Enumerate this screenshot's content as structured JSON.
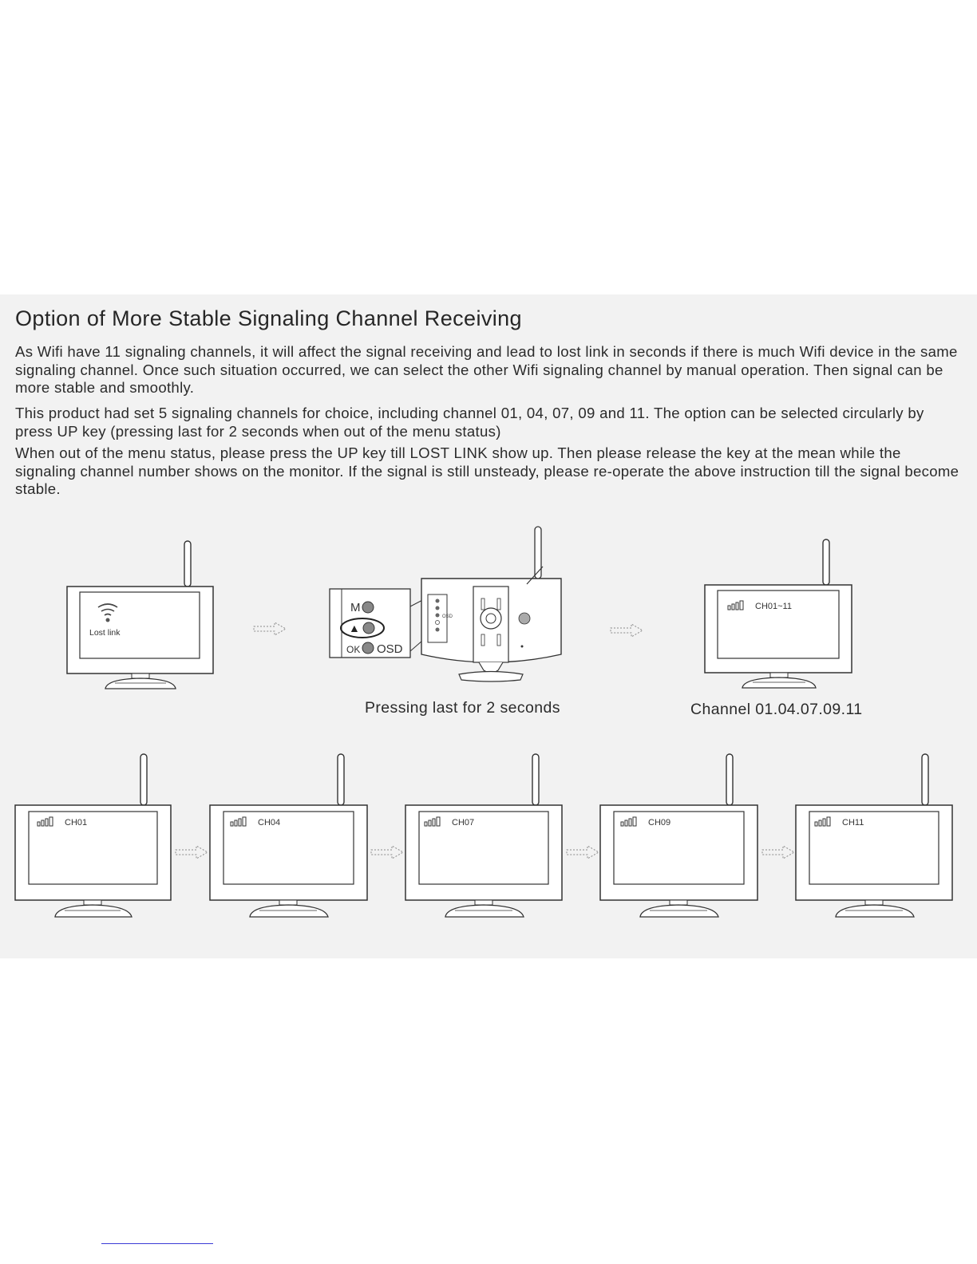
{
  "title": "Option of More Stable Signaling Channel Receiving",
  "paragraphs": [
    "As Wifi have 11 signaling channels, it will affect the signal receiving and lead to lost link in seconds if there is much Wifi device in the same signaling channel. Once such situation occurred, we can select the other Wifi signaling channel by manual operation. Then signal can be more stable and smoothly.",
    "This product had set 5 signaling channels for choice, including channel 01, 04, 07, 09 and 11. The option can be selected circularly by press UP key (pressing last for 2 seconds when out of the menu status)",
    "When out of the menu status, please press the UP key till LOST LINK show up. Then please release the key at the mean while the signaling channel number shows on the monitor. If the signal is still unsteady, please re-operate the above instruction till the signal become stable."
  ],
  "diagram": {
    "lost_link_label": "Lost link",
    "panel_labels": {
      "m": "M",
      "up": "▲",
      "ok": "OK",
      "osd": "OSD",
      "small_osd": "OSD"
    },
    "range_label": "CH01~11",
    "channels": [
      "CH01",
      "CH04",
      "CH07",
      "CH09",
      "CH11"
    ]
  },
  "captions": {
    "pressing": "Pressing last for 2 seconds",
    "channel_list": "Channel 01.04.07.09.11"
  }
}
